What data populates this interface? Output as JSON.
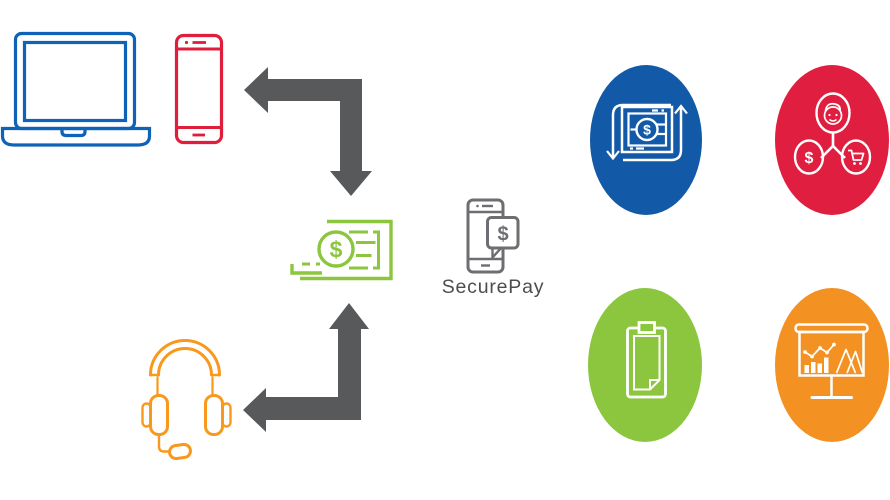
{
  "securepay": {
    "label": "SecurePay"
  },
  "glyphs": {
    "dollar": "$"
  },
  "colors": {
    "device_blue": "#0E62B8",
    "device_red": "#E01E3C",
    "arrow_gray": "#58595B",
    "money_green": "#8CC63F",
    "headset_orange": "#F8991D",
    "securepay_gray": "#6D6E71",
    "securepay_text": "#4D4D4F",
    "white": "#FFFFFF"
  },
  "bubbles": [
    {
      "name": "recurring-payment",
      "icon": "money-cycle-icon",
      "color": "#1259A7"
    },
    {
      "name": "customer-channels",
      "icon": "customer-dollar-cart-icon",
      "color": "#E01E3F"
    },
    {
      "name": "checklist",
      "icon": "clipboard-icon",
      "color": "#8CC63F"
    },
    {
      "name": "analytics",
      "icon": "presentation-chart-icon",
      "color": "#F39122"
    }
  ],
  "flow": {
    "devices": [
      "laptop-icon",
      "smartphone-icon"
    ],
    "support_channel": "headset-icon",
    "center_icon": "fast-payment-icon",
    "hub_icon": "securepay-phone-icon"
  }
}
